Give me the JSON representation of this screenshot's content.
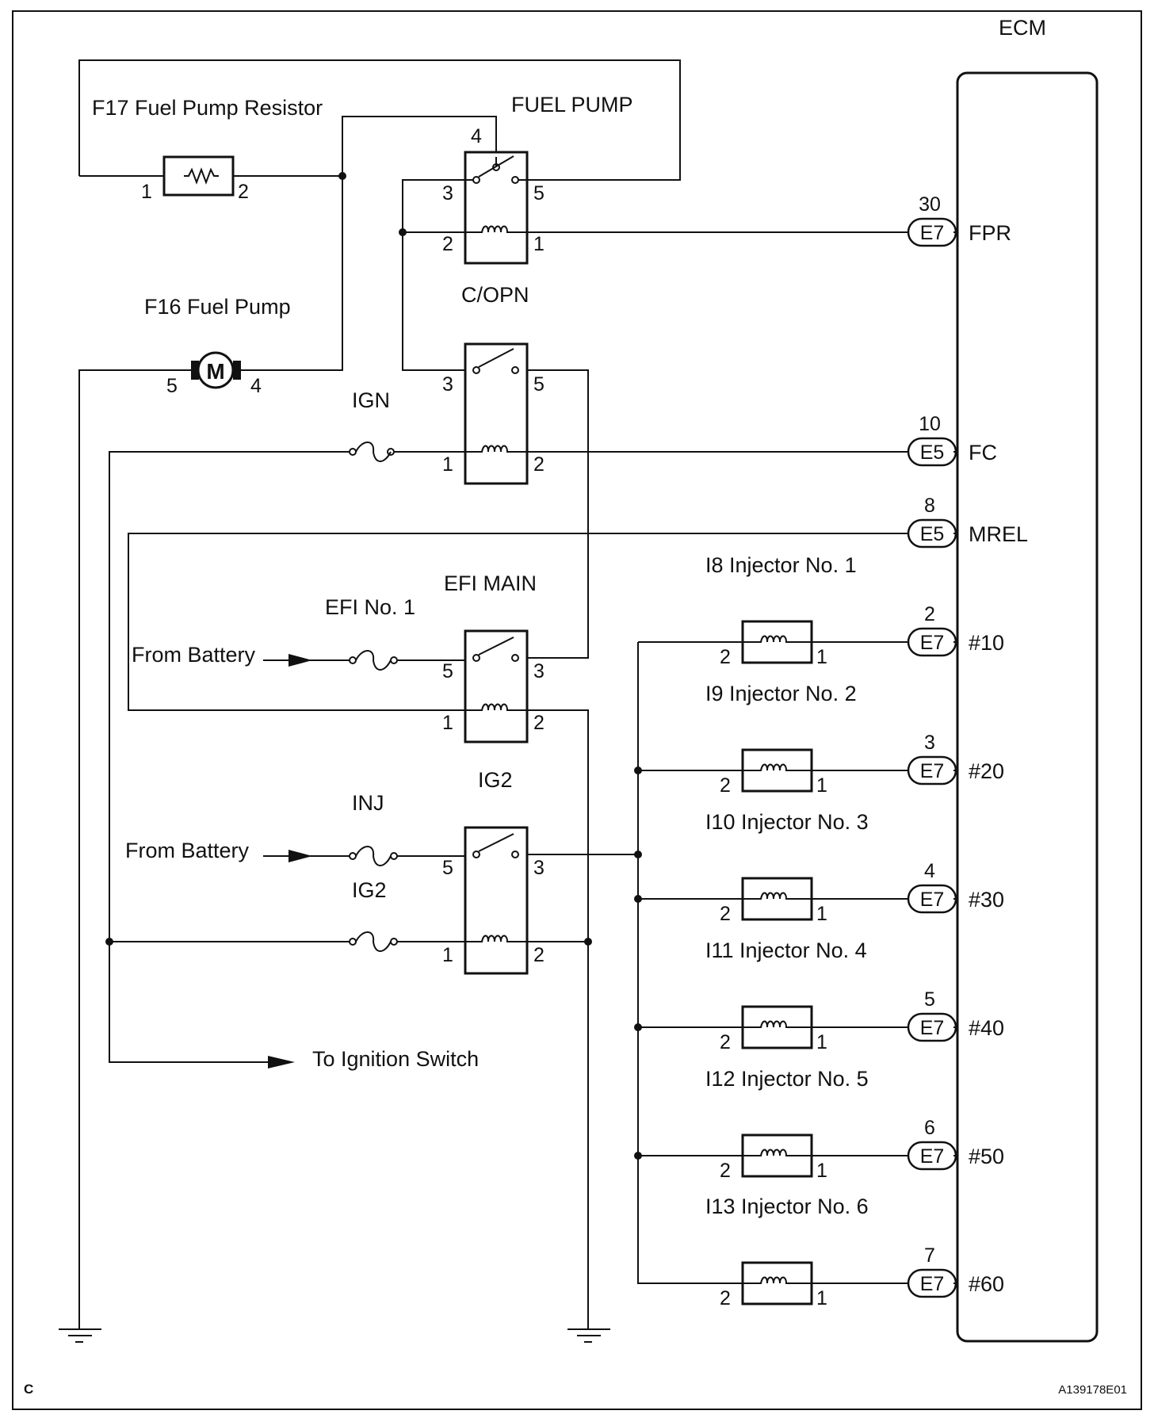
{
  "ecm": {
    "title": "ECM",
    "pins": [
      {
        "num": "30",
        "conn": "E7",
        "name": "FPR"
      },
      {
        "num": "10",
        "conn": "E5",
        "name": "FC"
      },
      {
        "num": "8",
        "conn": "E5",
        "name": "MREL"
      },
      {
        "num": "2",
        "conn": "E7",
        "name": "#10"
      },
      {
        "num": "3",
        "conn": "E7",
        "name": "#20"
      },
      {
        "num": "4",
        "conn": "E7",
        "name": "#30"
      },
      {
        "num": "5",
        "conn": "E7",
        "name": "#40"
      },
      {
        "num": "6",
        "conn": "E7",
        "name": "#50"
      },
      {
        "num": "7",
        "conn": "E7",
        "name": "#60"
      }
    ]
  },
  "resistor": {
    "label": "F17 Fuel Pump Resistor",
    "pin_a": "1",
    "pin_b": "2"
  },
  "pump": {
    "label": "F16 Fuel Pump",
    "symbol": "M",
    "pin_a": "5",
    "pin_b": "4"
  },
  "relays": [
    {
      "label": "FUEL PUMP",
      "p_top": "4",
      "p_a": "3",
      "p_b": "5",
      "p_c": "2",
      "p_d": "1"
    },
    {
      "label": "C/OPN",
      "p_a": "3",
      "p_b": "5",
      "p_c": "1",
      "p_d": "2"
    },
    {
      "label": "EFI MAIN",
      "p_a": "5",
      "p_b": "3",
      "p_c": "1",
      "p_d": "2"
    },
    {
      "label": "IG2",
      "p_a": "5",
      "p_b": "3",
      "p_c": "1",
      "p_d": "2"
    }
  ],
  "fuses": {
    "ign": "IGN",
    "efi": "EFI No. 1",
    "inj": "INJ",
    "ig2": "IG2"
  },
  "battery": {
    "label1": "From Battery",
    "label2": "From Battery"
  },
  "ignition": {
    "label": "To Ignition Switch"
  },
  "injectors": [
    {
      "label": "I8 Injector No. 1",
      "pin_a": "2",
      "pin_b": "1"
    },
    {
      "label": "I9 Injector No. 2",
      "pin_a": "2",
      "pin_b": "1"
    },
    {
      "label": "I10 Injector No. 3",
      "pin_a": "2",
      "pin_b": "1"
    },
    {
      "label": "I11 Injector No. 4",
      "pin_a": "2",
      "pin_b": "1"
    },
    {
      "label": "I12 Injector No. 5",
      "pin_a": "2",
      "pin_b": "1"
    },
    {
      "label": "I13 Injector No. 6",
      "pin_a": "2",
      "pin_b": "1"
    }
  ],
  "footer": {
    "corner": "C",
    "code": "A139178E01"
  }
}
